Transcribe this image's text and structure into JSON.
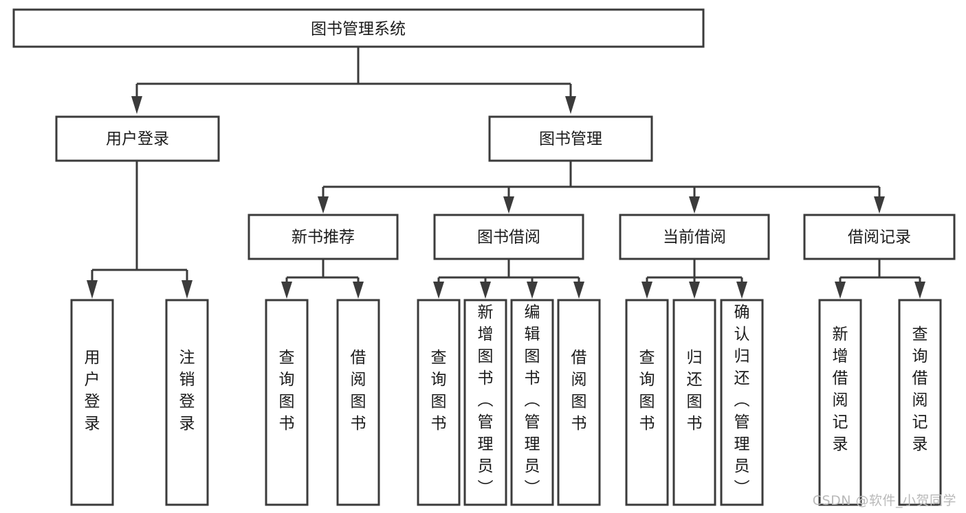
{
  "diagram": {
    "title": "图书管理系统",
    "type": "tree-hierarchy",
    "orientation": "top-down",
    "colors": {
      "box_fill": "#ffffff",
      "box_stroke": "#3b3b3b",
      "text": "#1b1b1b",
      "connector": "#3b3b3b",
      "watermark": "#b9b9b9",
      "background": "#ffffff"
    },
    "root": {
      "label": "图书管理系统",
      "level": 1
    },
    "level2": [
      {
        "label": "用户登录",
        "level": 2
      },
      {
        "label": "图书管理",
        "level": 2
      }
    ],
    "level3": [
      {
        "label": "新书推荐",
        "parent": "图书管理",
        "level": 3
      },
      {
        "label": "图书借阅",
        "parent": "图书管理",
        "level": 3
      },
      {
        "label": "当前借阅",
        "parent": "图书管理",
        "level": 3
      },
      {
        "label": "借阅记录",
        "parent": "图书管理",
        "level": 3
      }
    ],
    "leaves": [
      {
        "label": "用户登录",
        "parent": "用户登录",
        "level": 3
      },
      {
        "label": "注销登录",
        "parent": "用户登录",
        "level": 3
      },
      {
        "label": "查询图书",
        "parent": "新书推荐",
        "level": 4
      },
      {
        "label": "借阅图书",
        "parent": "新书推荐",
        "level": 4
      },
      {
        "label": "查询图书",
        "parent": "图书借阅",
        "level": 4
      },
      {
        "label": "新增图书（管理员）",
        "parent": "图书借阅",
        "level": 4
      },
      {
        "label": "编辑图书（管理员）",
        "parent": "图书借阅",
        "level": 4
      },
      {
        "label": "借阅图书",
        "parent": "图书借阅",
        "level": 4
      },
      {
        "label": "查询图书",
        "parent": "当前借阅",
        "level": 4
      },
      {
        "label": "归还图书",
        "parent": "当前借阅",
        "level": 4
      },
      {
        "label": "确认归还（管理员）",
        "parent": "当前借阅",
        "level": 4
      },
      {
        "label": "新增借阅记录",
        "parent": "借阅记录",
        "level": 4
      },
      {
        "label": "查询借阅记录",
        "parent": "借阅记录",
        "level": 4
      }
    ]
  },
  "watermark": {
    "text": "CSDN @软件_小贺同学"
  }
}
